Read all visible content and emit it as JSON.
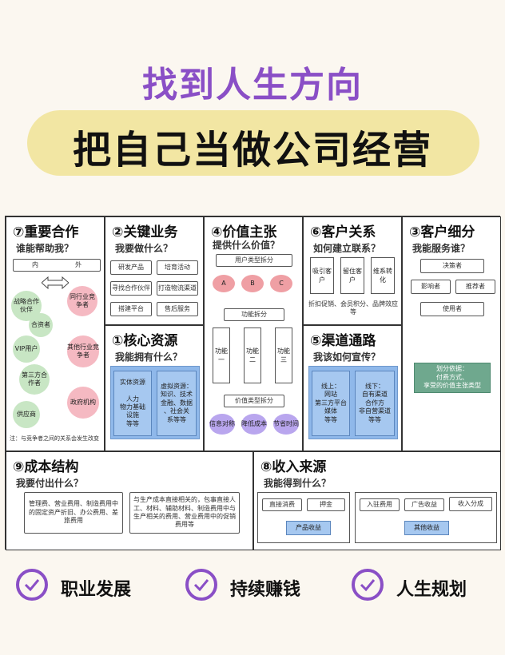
{
  "header": {
    "title_line1": "找到人生方向",
    "title_line2": "把自己当做公司经营"
  },
  "partners": {
    "title": "⑦重要合作",
    "question": "谁能帮助我？",
    "inner": "内",
    "outer": "外",
    "circles": [
      "战略合作伙伴",
      "同行业竞争者",
      "合资者",
      "VIP用户",
      "其他行业竞争者",
      "第三方合作者",
      "政府机构",
      "供应商"
    ],
    "note": "注：与竞争者之间的关系会发生改变"
  },
  "activities": {
    "title": "②关键业务",
    "question": "我要做什么？",
    "boxes": [
      "研发产品",
      "培育活动",
      "寻找合作伙伴",
      "打造物流渠道",
      "搭建平台",
      "售后服务"
    ]
  },
  "resources": {
    "title": "①核心资源",
    "question": "我能拥有什么？",
    "left": "实体资源\n\n人力\n物力基础\n设施\n等等",
    "right": "虚拟资源：\n知识、技术\n金融、数据\n、社会关\n系等等"
  },
  "value": {
    "title": "④价值主张",
    "question": "提供什么价值？",
    "user_split": "用户类型拆分",
    "abc": [
      "A",
      "B",
      "C"
    ],
    "func_split": "功能拆分",
    "funcs": [
      "功能一",
      "功能二",
      "功能三"
    ],
    "value_split": "价值类型拆分",
    "values": [
      "信息对称",
      "降低成本",
      "节省时间"
    ]
  },
  "relations": {
    "title": "⑥客户关系",
    "question": "如何建立联系？",
    "steps": [
      "吸引客户",
      "留住客户",
      "维系转化"
    ],
    "note": "折扣促销、会员积分、品牌效应等"
  },
  "channels": {
    "title": "⑤渠道通路",
    "question": "我该如何宣传？",
    "online": "线上：\n网站\n第三方平台\n媒体\n等等",
    "offline": "线下：\n自有渠道\n合作方\n非自营渠道\n等等"
  },
  "segments": {
    "title": "③客户细分",
    "question": "我能服务谁？",
    "decider": "决策者",
    "influencer": "影响者",
    "recommender": "推荐者",
    "user": "使用者",
    "basis": "划分依据：\n付费方式、\n享受的价值主张类型"
  },
  "cost": {
    "title": "⑨成本结构",
    "question": "我要付出什么？",
    "box1": "管理费、营业费用、制造费用中的固定资产折旧、办公费用、差旅费用",
    "box2": "与生产成本直接相关的，包事直接人工、材料、辅助材料、制造费用中与生产相关的费用、营业费用中的促销费用等"
  },
  "revenue": {
    "title": "⑧收入来源",
    "question": "我能得到什么？",
    "direct": "直接消费",
    "deposit": "押金",
    "product_income": "产品收益",
    "entry": "入驻费用",
    "ads": "广告收益",
    "share": "收入分成",
    "other_income": "其他收益"
  },
  "footer": {
    "items": [
      "职业发展",
      "持续赚钱",
      "人生规划"
    ],
    "accent": "#8a4fc6"
  }
}
